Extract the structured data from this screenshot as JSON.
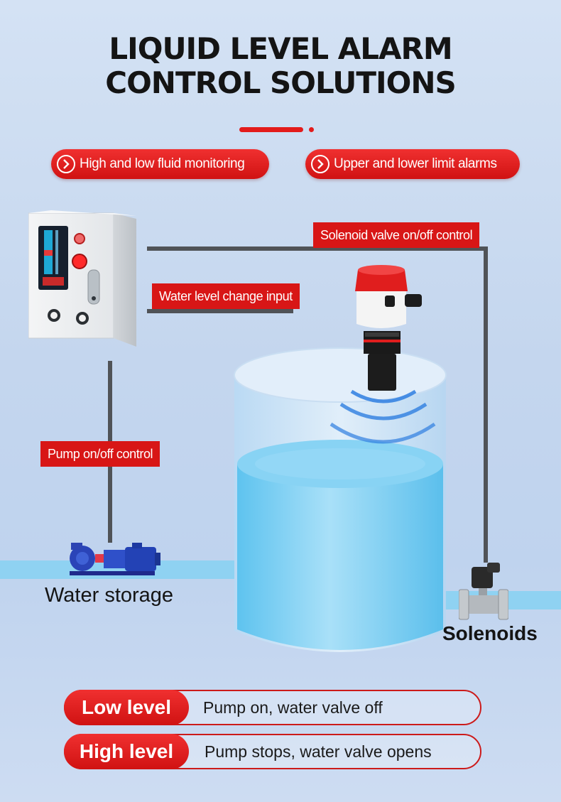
{
  "title": {
    "line1": "LIQUID LEVEL ALARM",
    "line2": "CONTROL SOLUTIONS"
  },
  "features": [
    {
      "label": "High and low fluid monitoring",
      "icon": "chevron-right-icon"
    },
    {
      "label": "Upper and lower limit alarms",
      "icon": "chevron-right-icon"
    }
  ],
  "labels": {
    "solenoid_control": "Solenoid valve on/off control",
    "water_level_input": "Water level change input",
    "pump_control": "Pump on/off control",
    "water_storage": "Water storage",
    "solenoids": "Solenoids"
  },
  "results": [
    {
      "level": "Low level",
      "action": "Pump on, water valve off"
    },
    {
      "level": "High level",
      "action": "Pump stops, water valve opens"
    }
  ],
  "colors": {
    "accent": "#d81616",
    "wire": "#505357",
    "water": "#8fd2f2",
    "background": "#c4d6ee"
  }
}
